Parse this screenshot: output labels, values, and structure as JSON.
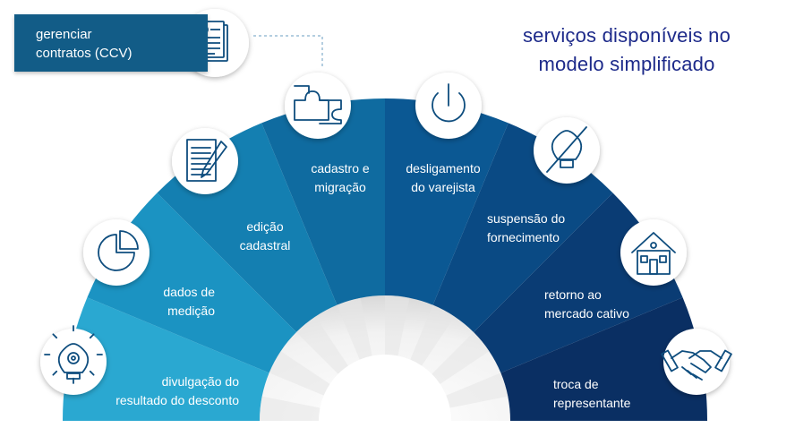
{
  "title": {
    "line1": "serviços disponíveis no",
    "line2": "modelo simplificado"
  },
  "highlight": {
    "line1": "gerenciar",
    "line2": "contratos (CCV)"
  },
  "segments": [
    {
      "line1": "divulgação do",
      "line2": "resultado do desconto",
      "color": "#2aa8d1",
      "icon": "lightbulb-gear-icon"
    },
    {
      "line1": "dados de",
      "line2": "medição",
      "color": "#1b93c2",
      "icon": "pie-chart-icon"
    },
    {
      "line1": "edição",
      "line2": "cadastral",
      "color": "#147fb1",
      "icon": "document-pen-icon"
    },
    {
      "line1": "cadastro e",
      "line2": "migração",
      "color": "#0f6ba0",
      "icon": "puzzle-icon"
    },
    {
      "line1": "desligamento",
      "line2": "do varejista",
      "color": "#0b5893",
      "icon": "power-icon"
    },
    {
      "line1": "suspensão do",
      "line2": "fornecimento",
      "color": "#0a4a84",
      "icon": "lightbulb-off-icon"
    },
    {
      "line1": "retorno ao",
      "line2": "mercado cativo",
      "color": "#0a3c74",
      "icon": "house-icon"
    },
    {
      "line1": "troca de",
      "line2": "representante",
      "color": "#0a2f63",
      "icon": "handshake-icon"
    }
  ],
  "colors": {
    "title": "#1d2a8a",
    "highlight_box": "#125c87",
    "icon_stroke": "#0e4d7e"
  }
}
